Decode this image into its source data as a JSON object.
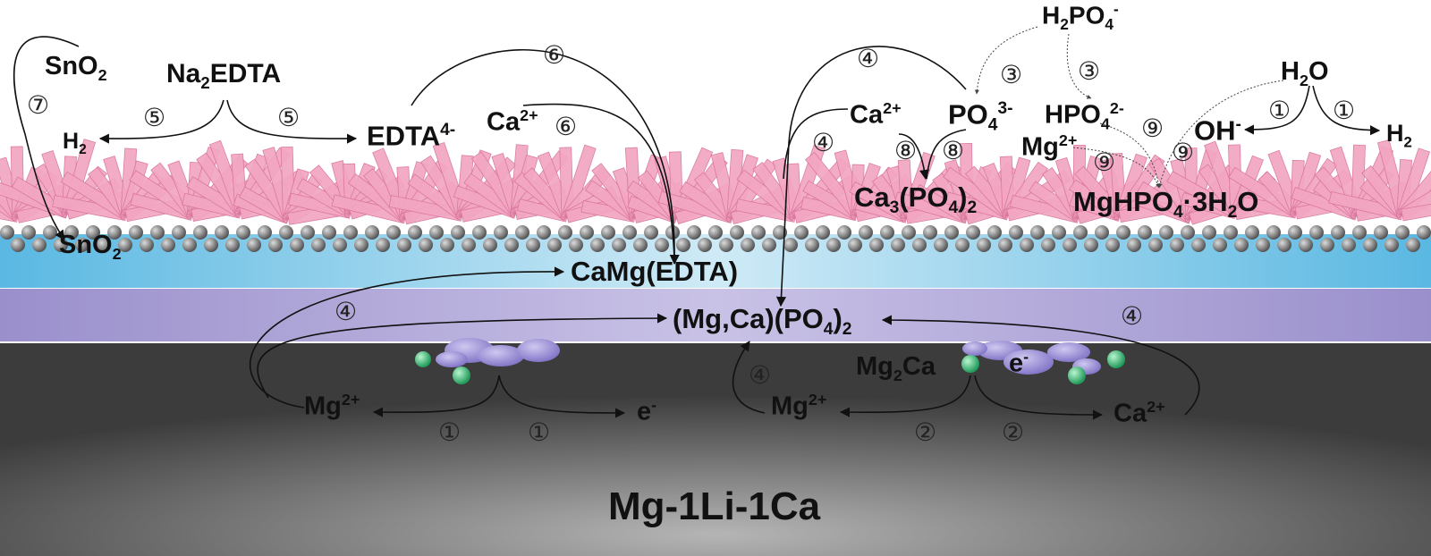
{
  "labels": {
    "sno2_top": [
      "SnO",
      "2"
    ],
    "na2edta": [
      "Na",
      "2",
      "EDTA"
    ],
    "h2_left": [
      "H",
      "2"
    ],
    "edta4": [
      "EDTA",
      "4-"
    ],
    "ca2_mid": [
      "Ca",
      "2+"
    ],
    "h2po4": [
      "H",
      "2",
      "PO",
      "4",
      "-"
    ],
    "ca2_right": [
      "Ca",
      "2+"
    ],
    "po4": [
      "PO",
      "4",
      "3-"
    ],
    "hpo4": [
      "HPO",
      "4",
      "2-"
    ],
    "h2o": [
      "H",
      "2",
      "O"
    ],
    "oh": [
      "OH",
      "-"
    ],
    "h2_right": [
      "H",
      "2"
    ],
    "mg2_top": [
      "Mg",
      "2+"
    ],
    "ca3po42": [
      "Ca",
      "3",
      "(PO",
      "4",
      ")",
      "2"
    ],
    "mghpo4": [
      "MgHPO",
      "4",
      "·3H",
      "2",
      "O"
    ],
    "sno2_bottom": [
      "SnO",
      "2"
    ],
    "camgedta": [
      "CaMg(EDTA)"
    ],
    "mgcapo4": [
      "(Mg,Ca)(PO",
      "4",
      ")",
      "2"
    ],
    "mg2ca": [
      "Mg",
      "2",
      "Ca"
    ],
    "e_cluster": [
      "e",
      "-"
    ],
    "mg2_left": [
      "Mg",
      "2+"
    ],
    "e_left": [
      "e",
      "-"
    ],
    "mg2_mid": [
      "Mg",
      "2+"
    ],
    "ca2_bottom": [
      "Ca",
      "2+"
    ]
  },
  "step_numbers": {
    "n7": "⑦",
    "n5a": "⑤",
    "n5b": "⑤",
    "n6a": "⑥",
    "n6b": "⑥",
    "n4a": "④",
    "n4b": "④",
    "n3a": "③",
    "n3b": "③",
    "n1a": "①",
    "n1b": "①",
    "n8a": "⑧",
    "n8b": "⑧",
    "n9a": "⑨",
    "n9b": "⑨",
    "n9c": "⑨",
    "n4c": "④",
    "n4d": "④",
    "n4e": "④",
    "n1c": "①",
    "n1d": "①",
    "n2a": "②",
    "n2b": "②"
  },
  "substrate_label": "Mg-1Li-1Ca",
  "colors": {
    "crystal": "#f2a6c2",
    "crystal_edge": "#d9759b",
    "particle": "#8a8a8a",
    "blue_layer": "#7fcbe6",
    "purple_layer": "#a9a0cf",
    "substrate": "#9a9a9a",
    "cluster": "#9b8fd4",
    "green_particle": "#3fbf7a"
  }
}
